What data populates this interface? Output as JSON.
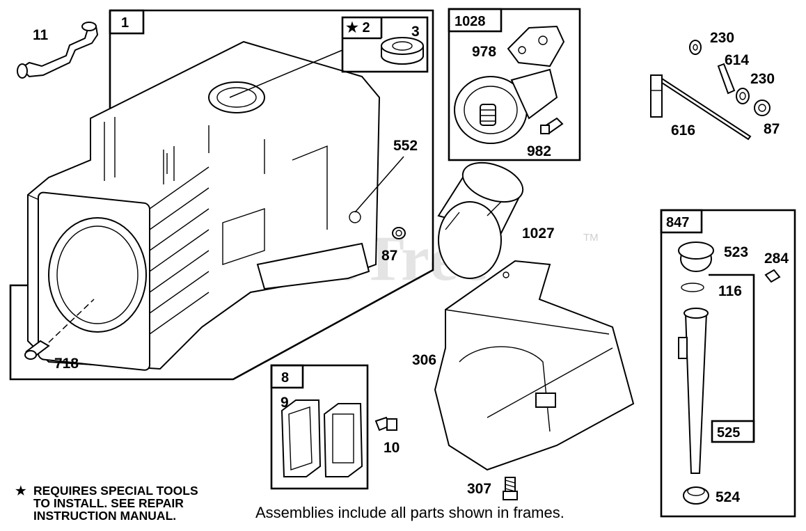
{
  "watermark": {
    "text": "PartsTree",
    "trademark": "TM"
  },
  "frames": {
    "f1": "1",
    "f2": "★ 2",
    "f1028": "1028",
    "f8": "8",
    "f847": "847",
    "f525": "525"
  },
  "callouts": {
    "p11": "11",
    "p3": "3",
    "p552": "552",
    "p87a": "87",
    "p718": "718",
    "p978": "978",
    "p982": "982",
    "p1027": "1027",
    "p306": "306",
    "p307": "307",
    "p9": "9",
    "p10": "10",
    "p230a": "230",
    "p614": "614",
    "p230b": "230",
    "p616": "616",
    "p87b": "87",
    "p523": "523",
    "p284": "284",
    "p116": "116",
    "p524": "524"
  },
  "note": {
    "star": "★",
    "line1": "REQUIRES SPECIAL TOOLS",
    "line2": "TO INSTALL.  SEE REPAIR",
    "line3": "INSTRUCTION MANUAL."
  },
  "footer": "Assemblies include all parts shown in frames."
}
